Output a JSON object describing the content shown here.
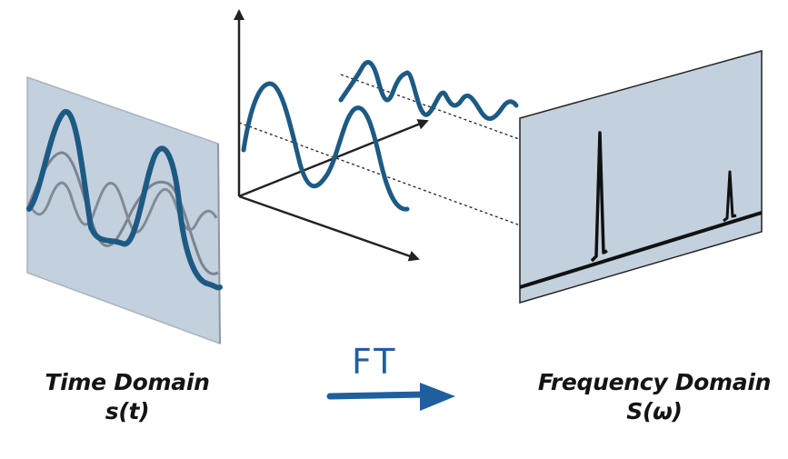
{
  "time_domain": {
    "title": "Time Domain",
    "symbol": "s(t)"
  },
  "frequency_domain": {
    "title": "Frequency Domain",
    "symbol": "S(ω)"
  },
  "transform": {
    "label": "FT"
  },
  "colors": {
    "panel_fill": "#c3d0de",
    "signal": "#1d5a83",
    "component": "#7b848e",
    "spectrum": "#111111",
    "arrow": "#1f5f9e",
    "axes": "#222222"
  }
}
